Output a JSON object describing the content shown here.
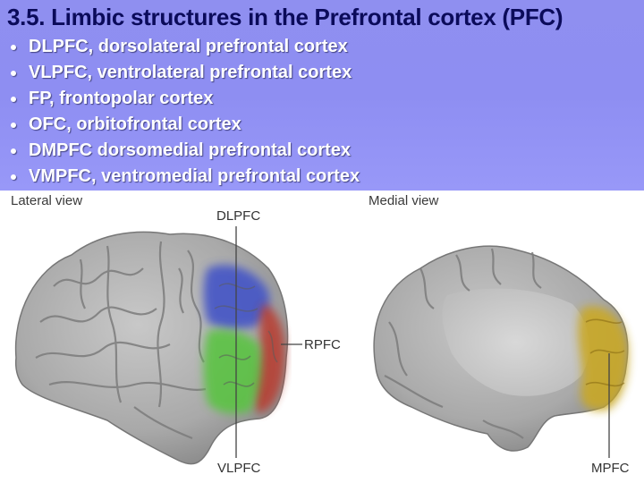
{
  "slide": {
    "title": "3.5. Limbic structures in the Prefrontal cortex (PFC)",
    "bullets": [
      "DLPFC, dorsolateral prefrontal cortex",
      "VLPFC, ventrolateral prefrontal cortex",
      "FP, frontopolar cortex",
      "OFC, orbitofrontal cortex",
      "DMPFC dorsomedial prefrontal cortex",
      "VMPFC, ventromedial prefrontal cortex"
    ],
    "colors": {
      "header_band": "#8f8ff0",
      "title_text": "#0b0b5a",
      "bullet_text": "#ffffff"
    }
  },
  "figure": {
    "lateral": {
      "view_label": "Lateral view",
      "labels": {
        "dlpfc": "DLPFC",
        "rpfc": "RPFC",
        "vlpfc": "VLPFC"
      },
      "colors": {
        "dlpfc": "#3c4fc8",
        "rpfc": "#b83a2e",
        "vlpfc": "#56c43c"
      }
    },
    "medial": {
      "view_label": "Medial view",
      "labels": {
        "mpfc": "MPFC"
      },
      "colors": {
        "mpfc": "#c9a826"
      }
    }
  }
}
